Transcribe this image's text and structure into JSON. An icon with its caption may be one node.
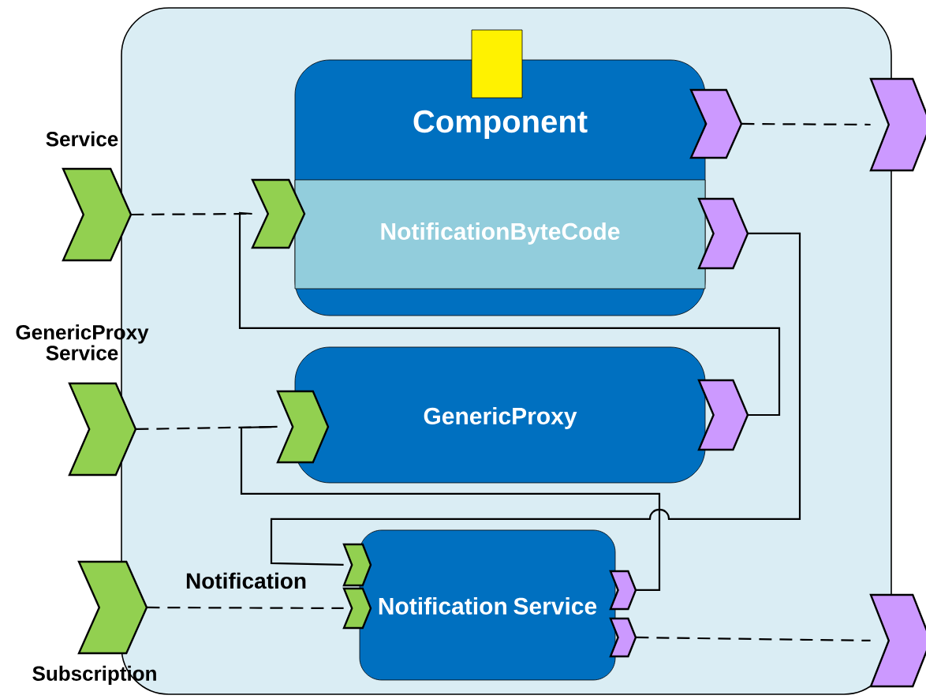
{
  "diagram": {
    "nodes": [
      {
        "text": [],
        "shape": "box"
      },
      {
        "text": [
          "Component"
        ],
        "in": 0
      },
      {
        "text": [
          "NotificationByteCode"
        ],
        "in": 1
      },
      {
        "text": [
          "GenericProxy"
        ],
        "in": 0
      },
      {
        "text": [
          "Notification Service"
        ],
        "in": 0
      },
      {
        "text": [
          "Service"
        ]
      },
      {
        "text": [],
        "shape": "chevron",
        "in": 0
      },
      {
        "text": [],
        "shape": "chevron",
        "in": 0
      },
      {
        "text": [],
        "shape": "chevron",
        "in": 0
      },
      {
        "text": [],
        "shape": "chevron"
      },
      {
        "text": [
          "GenericProxy Service"
        ]
      },
      {
        "text": [],
        "shape": "chevron",
        "in": 0
      },
      {
        "text": [],
        "shape": "chevron",
        "in": 0
      },
      {
        "text": [
          "Subscription"
        ]
      },
      {
        "text": [],
        "shape": "chevron",
        "in": 0
      },
      {
        "text": [],
        "shape": "chevron",
        "in": 0
      },
      {
        "text": [],
        "shape": "chevron",
        "in": 0
      },
      {
        "text": [],
        "shape": "chevron",
        "in": 0
      },
      {
        "text": [],
        "shape": "chevron"
      }
    ],
    "edges": [
      {
        "from": 5,
        "to": 6,
        "arrow": "none",
        "style": "dashed"
      },
      {
        "from": 7,
        "to": 9,
        "arrow": "none",
        "style": "dashed"
      },
      {
        "from": 10,
        "to": 11,
        "arrow": "none",
        "style": "dashed"
      },
      {
        "from": 13,
        "to": 15,
        "arrow": "none",
        "style": "dashed"
      },
      {
        "from": 17,
        "to": 18,
        "arrow": "none",
        "style": "dashed"
      },
      {
        "from": 8,
        "to": 14,
        "arrow": "none"
      },
      {
        "from": 12,
        "to": 6,
        "arrow": "none"
      },
      {
        "from": 16,
        "to": 11,
        "arrow": "none"
      }
    ],
    "labels": [
      "Notification"
    ]
  }
}
